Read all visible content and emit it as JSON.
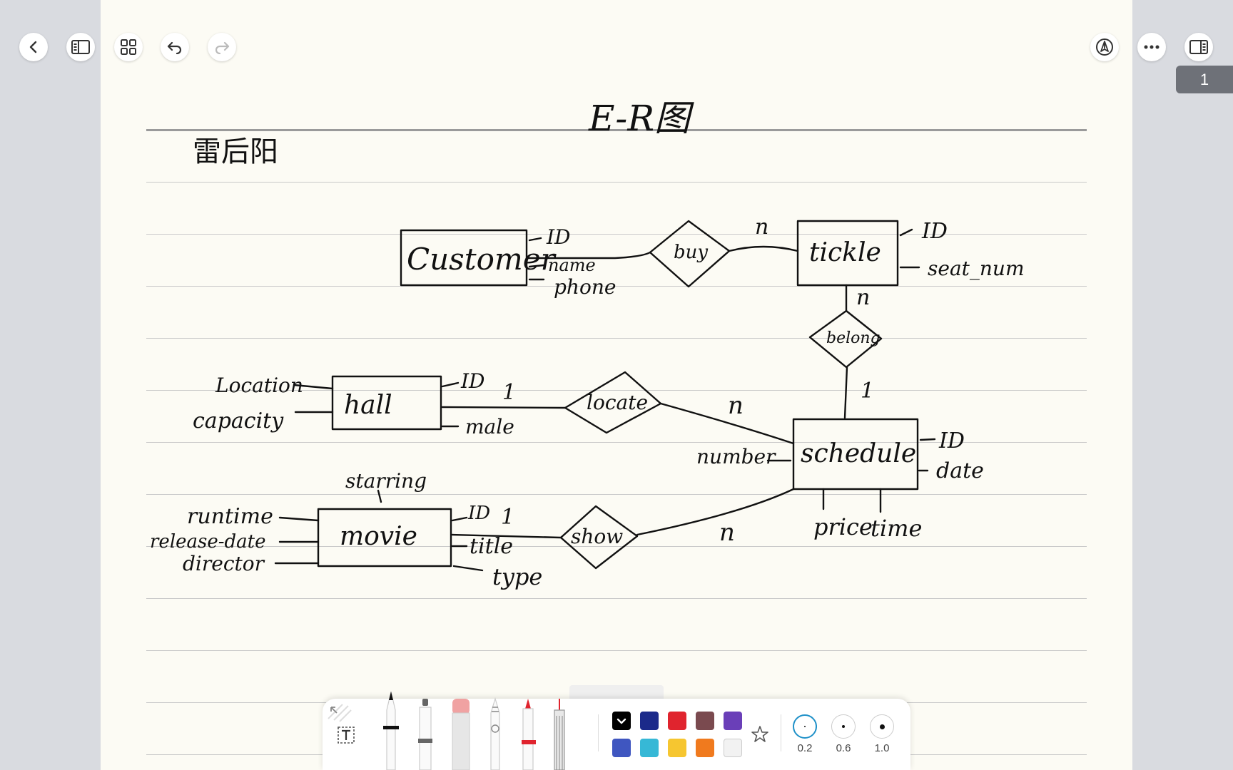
{
  "top_bar": {
    "page_number": "1"
  },
  "note": {
    "title": "E-R图",
    "author": "雷后阳"
  },
  "er_diagram": {
    "entities": [
      {
        "name": "Customer",
        "attributes": [
          "ID",
          "name",
          "phone"
        ]
      },
      {
        "name": "tickle",
        "attributes": [
          "ID",
          "seat_num"
        ]
      },
      {
        "name": "hall",
        "attributes": [
          "Location",
          "capacity",
          "ID",
          "male"
        ]
      },
      {
        "name": "schedule",
        "attributes": [
          "number",
          "ID",
          "date",
          "price",
          "time"
        ]
      },
      {
        "name": "movie",
        "attributes": [
          "starring",
          "runtime",
          "release-date",
          "director",
          "ID",
          "title",
          "type"
        ]
      }
    ],
    "relationships": [
      {
        "name": "buy",
        "card_a": "",
        "card_b": "n"
      },
      {
        "name": "belong",
        "card_a": "n",
        "card_b": "1"
      },
      {
        "name": "locate",
        "card_a": "1",
        "card_b": "n"
      },
      {
        "name": "show",
        "card_a": "1",
        "card_b": "n"
      }
    ]
  },
  "toolbar": {
    "colors": [
      "#000000",
      "#1b2a8a",
      "#e0242e",
      "#7a4a4f",
      "#6a3fb8",
      "#3f56c0",
      "#36b8d6",
      "#f6c630",
      "#f07a1e",
      "#f2f2f2"
    ],
    "sizes": [
      "0.2",
      "0.6",
      "1.0"
    ]
  }
}
